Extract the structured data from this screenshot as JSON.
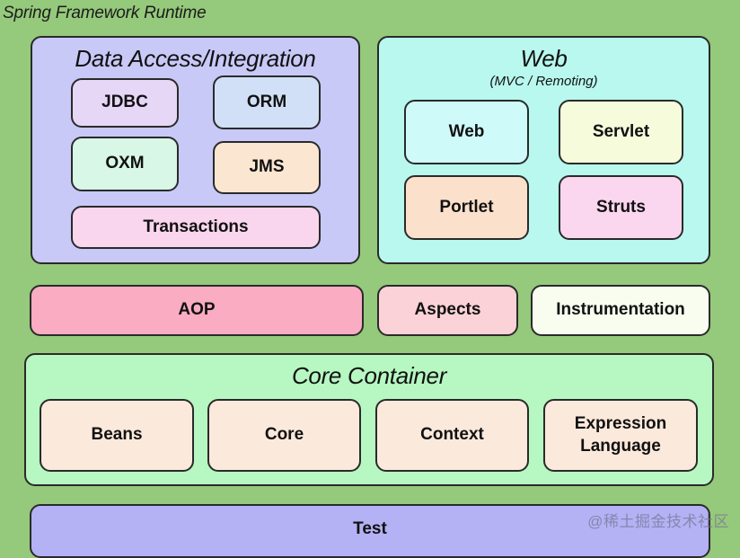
{
  "title": "Spring Framework Runtime",
  "data_access": {
    "title": "Data Access/Integration",
    "color": "#c8c9f7",
    "modules": [
      {
        "label": "JDBC",
        "color": "#e6d7f7"
      },
      {
        "label": "ORM",
        "color": "#d2e0f7"
      },
      {
        "label": "OXM",
        "color": "#d8f7e6"
      },
      {
        "label": "JMS",
        "color": "#fbe6d2"
      },
      {
        "label": "Transactions",
        "color": "#f9d6ee"
      }
    ]
  },
  "web": {
    "title": "Web",
    "subtitle": "(MVC / Remoting)",
    "color": "#b8f8ee",
    "modules": [
      {
        "label": "Web",
        "color": "#cffafa"
      },
      {
        "label": "Servlet",
        "color": "#f6fbdc"
      },
      {
        "label": "Portlet",
        "color": "#fbe0cc"
      },
      {
        "label": "Struts",
        "color": "#fbd6ef"
      }
    ]
  },
  "middle_row": [
    {
      "label": "AOP",
      "color": "#f9acc2"
    },
    {
      "label": "Aspects",
      "color": "#fbd2d7"
    },
    {
      "label": "Instrumentation",
      "color": "#f8fdf0"
    }
  ],
  "core_container": {
    "title": "Core Container",
    "color": "#b6f7c2",
    "modules": [
      {
        "label": "Beans",
        "color": "#fbe9dc"
      },
      {
        "label": "Core",
        "color": "#fbe9dc"
      },
      {
        "label": "Context",
        "color": "#fbe9dc"
      },
      {
        "label": "Expression Language",
        "line1": "Expression",
        "line2": "Language",
        "color": "#fbe9dc"
      }
    ]
  },
  "test": {
    "label": "Test",
    "color": "#b4b1f5"
  },
  "watermark": "@稀土掘金技术社区",
  "background": "#95c97b"
}
